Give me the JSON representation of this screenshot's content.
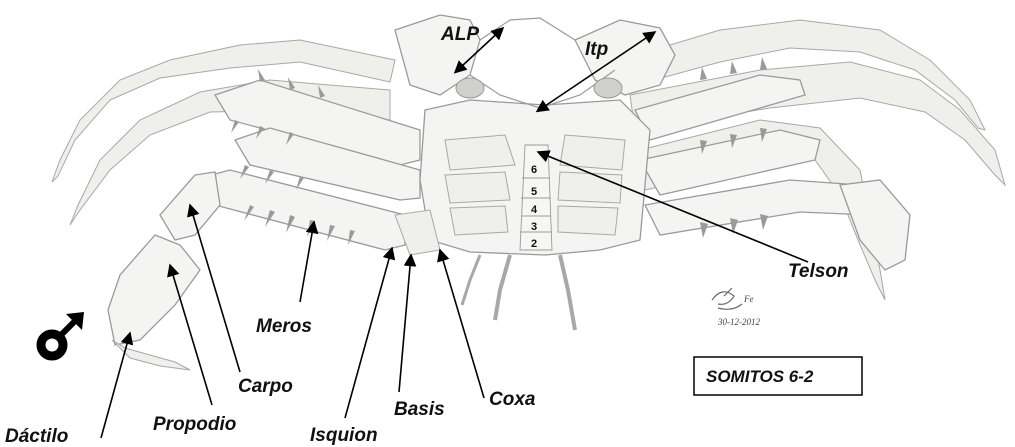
{
  "labels": {
    "alp": "ALP",
    "itp": "Itp",
    "telson": "Telson",
    "meros": "Meros",
    "carpo": "Carpo",
    "propodio": "Propodio",
    "dactilo": "Dáctilo",
    "isquion": "Isquion",
    "basis": "Basis",
    "coxa": "Coxa"
  },
  "somites": [
    "6",
    "5",
    "4",
    "3",
    "2"
  ],
  "box_title": "SOMITOS 6-2",
  "signature": {
    "initials": "Fe",
    "date": "30-12-2012"
  },
  "sex_symbol": "male",
  "colors": {
    "ink": "#000000",
    "drawing_line": "#9a9a9a",
    "shell_fill": "#f4f4f2",
    "background": "#ffffff"
  }
}
